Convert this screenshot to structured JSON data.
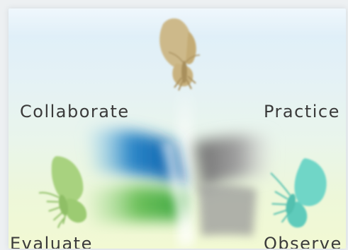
{
  "labels": {
    "top_left": "Collaborate",
    "top_right": "Practice",
    "bottom_left": "Evaluate",
    "bottom_right": "Observe"
  },
  "icons": {
    "top": "butterfly-icon",
    "left": "butterfly-icon",
    "right": "butterfly-icon"
  },
  "colors": {
    "top_butterfly": "#cdb98a",
    "left_butterfly": "#a8d27f",
    "right_butterfly": "#6fd6c7",
    "blue_band": "#1a6fb8",
    "gray_band": "#8a8a8a",
    "green_band": "#57b64b"
  }
}
